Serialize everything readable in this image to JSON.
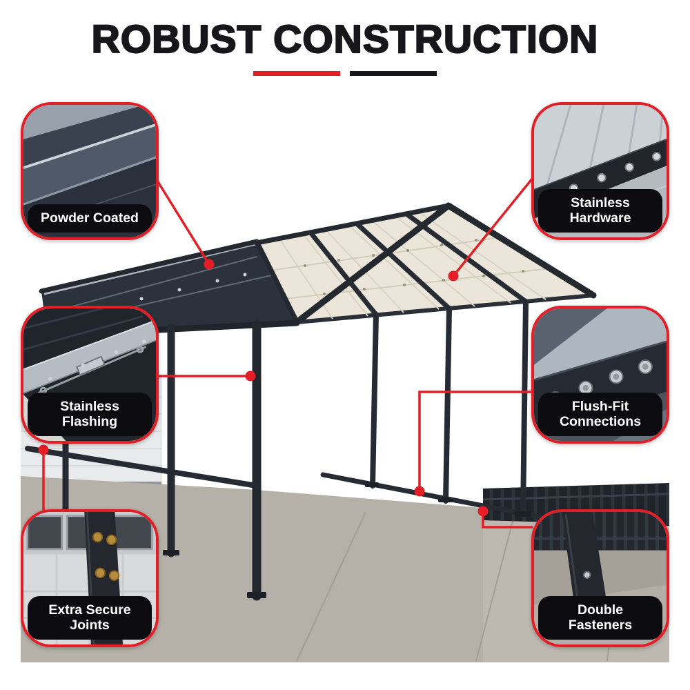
{
  "title": "ROBUST CONSTRUCTION",
  "underline": {
    "left_color": "#e31e26",
    "right_color": "#17171b"
  },
  "colors": {
    "accent_red": "#e31e26",
    "label_black": "#0c0c10",
    "label_text": "#ffffff",
    "roof_underside": "#ebe6d9",
    "frame_charcoal": "#272c34"
  },
  "callouts": [
    {
      "name": "powder-coated",
      "line1": "Powder Coated",
      "line2": ""
    },
    {
      "name": "stainless-hardware",
      "line1": "Stainless",
      "line2": "Hardware"
    },
    {
      "name": "stainless-flashing",
      "line1": "Stainless",
      "line2": "Flashing"
    },
    {
      "name": "flush-fit-connections",
      "line1": "Flush-Fit",
      "line2": "Connections"
    },
    {
      "name": "extra-secure-joints",
      "line1": "Extra Secure",
      "line2": "Joints"
    },
    {
      "name": "double-fasteners",
      "line1": "Double",
      "line2": "Fasteners"
    }
  ]
}
